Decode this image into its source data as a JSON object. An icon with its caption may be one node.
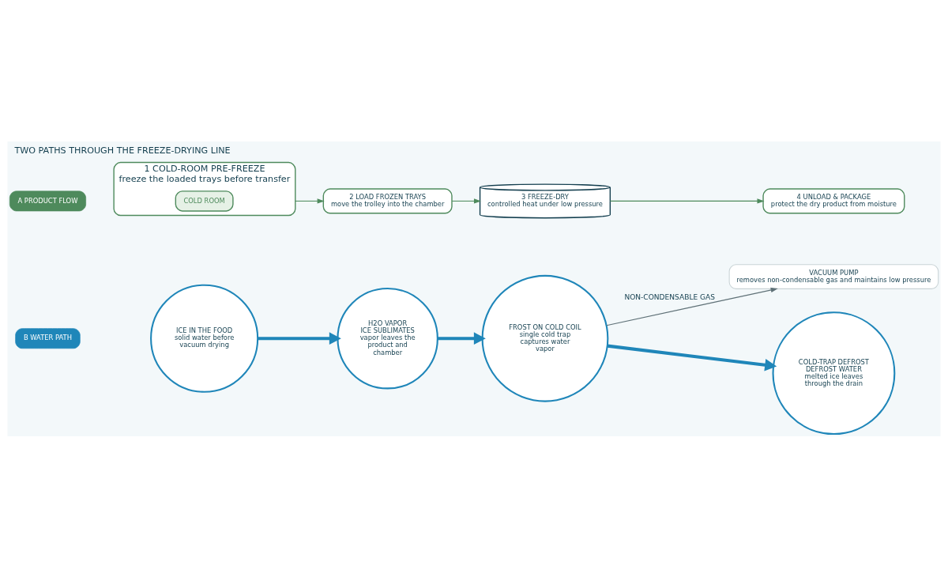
{
  "diagram": {
    "title": "TWO PATHS THROUGH THE FREEZE-DRYING LINE",
    "nodes": [
      {
        "text": [
          "A PRODUCT FLOW"
        ]
      },
      {
        "text": [
          "1 COLD-ROOM PRE-FREEZE",
          "freeze the loaded trays before transfer"
        ]
      },
      {
        "text": [
          "COLD ROOM"
        ],
        "in": 1
      },
      {
        "text": [
          "2 LOAD FROZEN TRAYS",
          "move the trolley into the chamber"
        ]
      },
      {
        "text": [
          "3 FREEZE-DRY",
          "controlled heat under low pressure"
        ]
      },
      {
        "text": [
          "4 UNLOAD & PACKAGE",
          "protect the dry product from moisture"
        ]
      },
      {
        "text": [
          "B WATER PATH"
        ]
      },
      {
        "text": [
          "ICE IN THE FOOD",
          "solid water before vacuum drying"
        ]
      },
      {
        "text": [
          "H2O VAPOR",
          "ICE SUBLIMATES",
          "vapor leaves the product and chamber"
        ]
      },
      {
        "text": [
          "FROST ON COLD COIL",
          "single cold trap captures water vapor"
        ]
      },
      {
        "text": [
          "COLD-TRAP DEFROST",
          "DEFROST WATER",
          "melted ice leaves through the drain"
        ]
      },
      {
        "text": [
          "VACUUM PUMP",
          "removes non-condensable gas and maintains low pressure"
        ]
      }
    ],
    "edges": [
      {
        "from": 1,
        "to": 3,
        "arrow": "to",
        "color": "#4e8a5c"
      },
      {
        "from": 3,
        "to": 4,
        "arrow": "to",
        "color": "#4e8a5c"
      },
      {
        "from": 4,
        "to": 5,
        "arrow": "to",
        "color": "#4e8a5c"
      },
      {
        "from": 7,
        "to": 8,
        "arrow": "to",
        "style": "thick",
        "color": "#1f86b9"
      },
      {
        "from": 8,
        "to": 9,
        "arrow": "to",
        "style": "thick",
        "color": "#1f86b9"
      },
      {
        "from": 9,
        "to": 10,
        "arrow": "to",
        "style": "thick",
        "color": "#1f86b9"
      },
      {
        "from": 9,
        "to": 11,
        "arrow": "to",
        "label": "NON-CONDENSABLE GAS",
        "color": "#5f7177"
      }
    ]
  }
}
